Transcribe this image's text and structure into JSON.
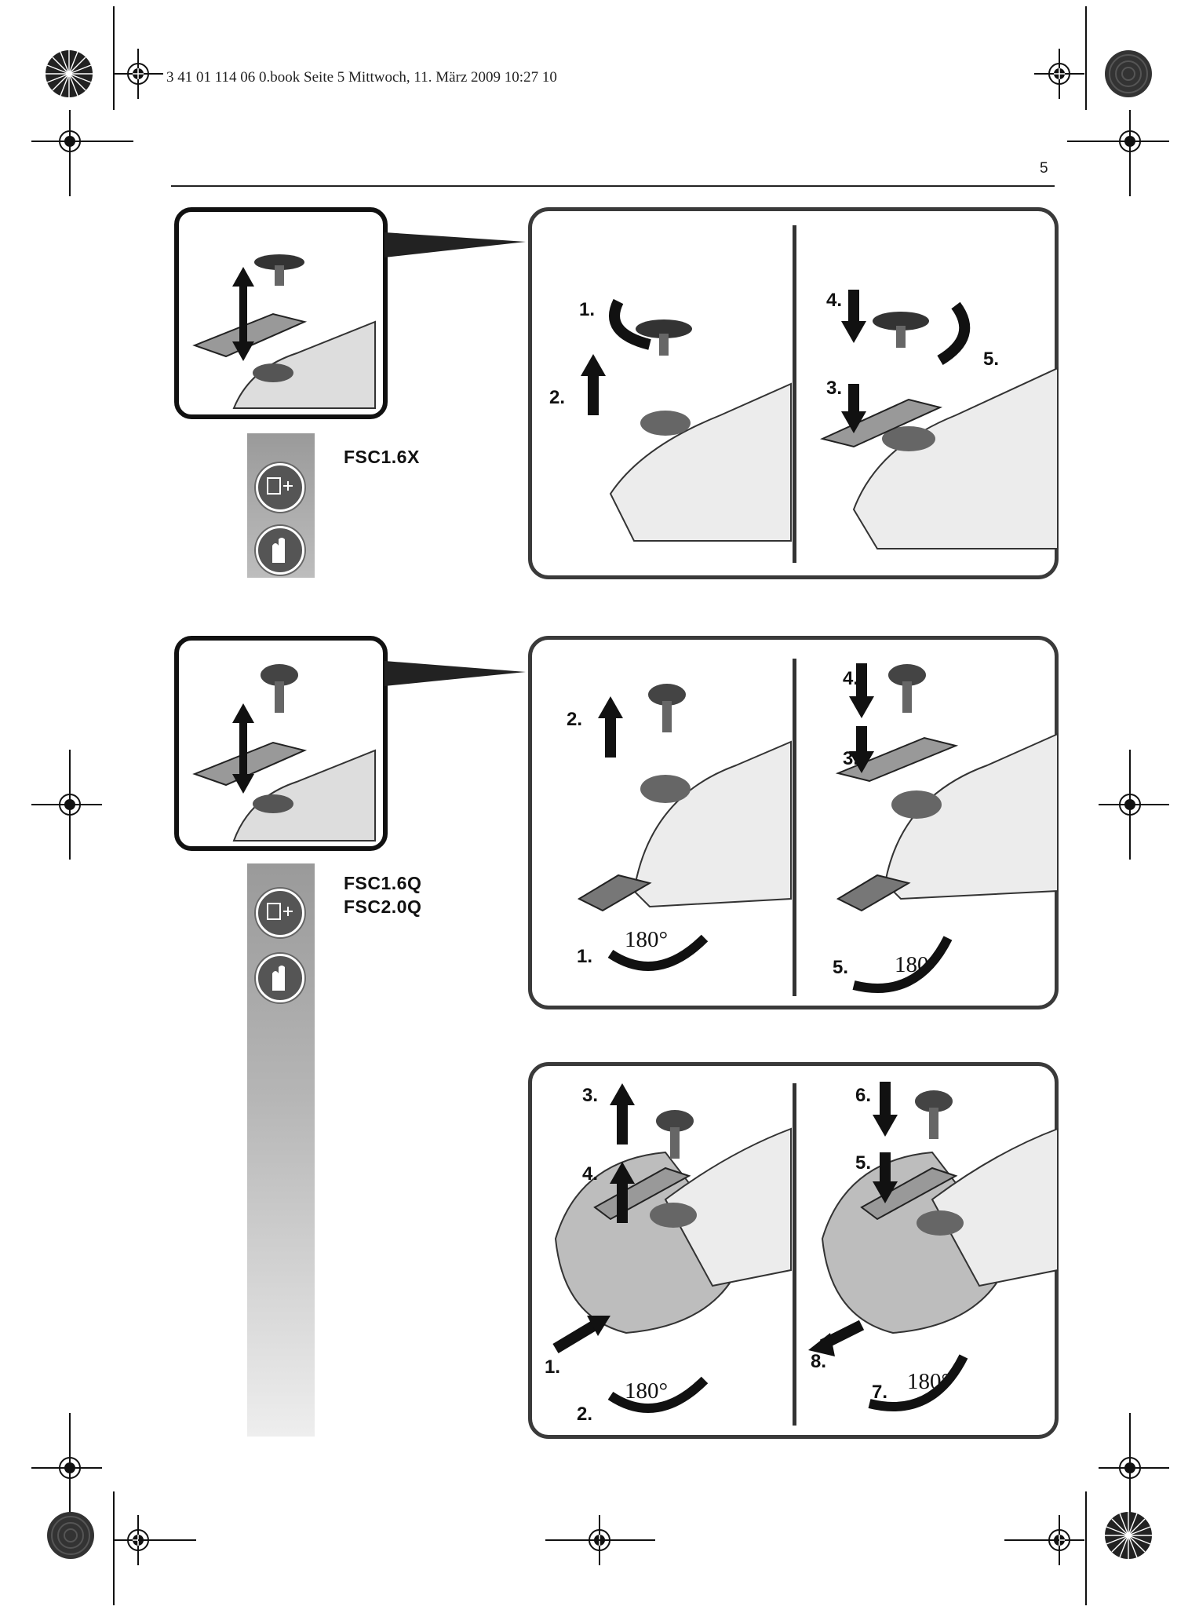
{
  "header": {
    "book_info": "3 41 01 114 06 0.book  Seite 5  Mittwoch, 11. März 2009  10:27 10",
    "page_number": "5"
  },
  "sections": [
    {
      "model_label": "FSC1.6X",
      "left_steps": [
        "1.",
        "2."
      ],
      "right_steps": [
        "4.",
        "5.",
        "3."
      ]
    },
    {
      "model_label": "FSC1.6Q\nFSC2.0Q",
      "left_steps": [
        "2.",
        "1."
      ],
      "left_rotation": "180°",
      "right_steps": [
        "4.",
        "3.",
        "5."
      ],
      "right_rotation": "180°"
    },
    {
      "left_steps": [
        "3.",
        "4.",
        "1.",
        "2."
      ],
      "left_rotation": "180°",
      "right_steps": [
        "6.",
        "5.",
        "8.",
        "7."
      ],
      "right_rotation": "180°"
    }
  ],
  "safety_icons": [
    "unplug-icon",
    "gloves-icon"
  ]
}
